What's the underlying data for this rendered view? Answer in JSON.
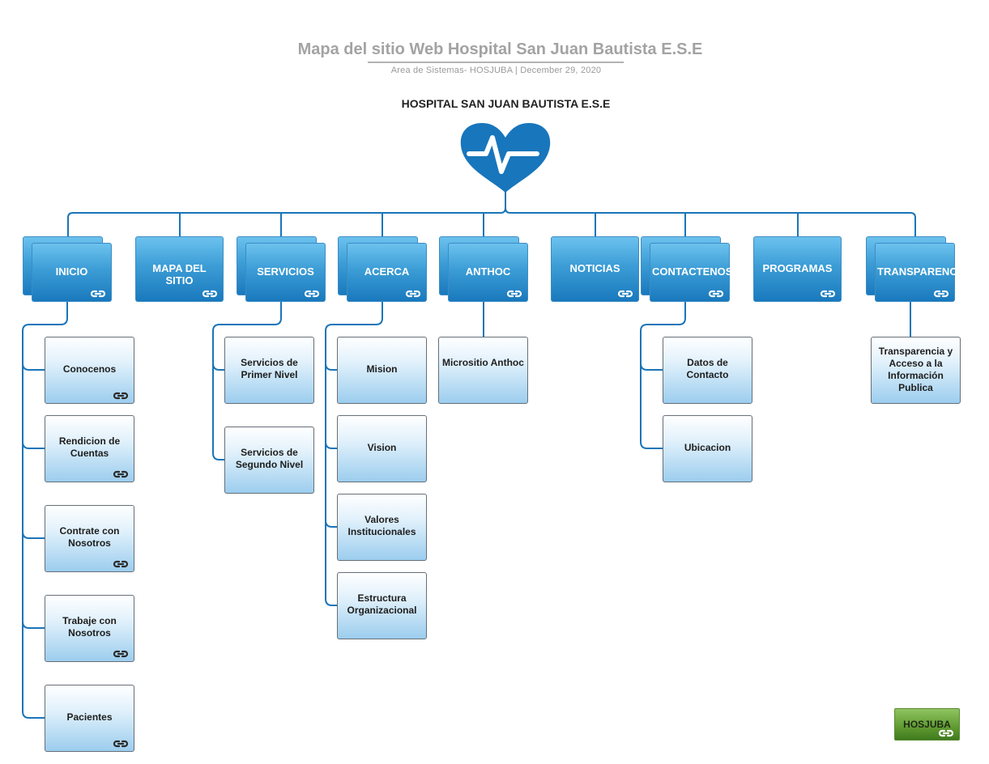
{
  "header": {
    "title": "Mapa del sitio Web Hospital San Juan Bautista E.S.E",
    "subtitle": "Area de Sistemas- HOSJUBA  |  December 29, 2020"
  },
  "org": {
    "title": "HOSPITAL SAN JUAN BAUTISTA E.S.E",
    "logo_icon": "heart-pulse-icon",
    "colors": {
      "primary_blue": "#1979bd",
      "connector": "#1a75b8",
      "footer_green": "#5f9a31"
    }
  },
  "sections": [
    {
      "label": "INICIO",
      "children": [
        "Conocenos",
        "Rendicion de Cuentas",
        "Contrate con Nosotros",
        "Trabaje con Nosotros",
        "Pacientes"
      ]
    },
    {
      "label": "MAPA DEL SITIO",
      "children": []
    },
    {
      "label": "SERVICIOS",
      "children": [
        "Servicios de Primer Nivel",
        "Servicios de Segundo Nivel"
      ]
    },
    {
      "label": "ACERCA",
      "children": [
        "Mision",
        "Vision",
        "Valores Institucionales",
        "Estructura Organizacional"
      ]
    },
    {
      "label": "ANTHOC",
      "children": [
        "Micrositio Anthoc"
      ]
    },
    {
      "label": "NOTICIAS",
      "children": []
    },
    {
      "label": "CONTACTENOS",
      "children": [
        "Datos de Contacto",
        "Ubicacion"
      ]
    },
    {
      "label": "PROGRAMAS",
      "children": []
    },
    {
      "label": "TRANSPARENCIA",
      "children": [
        "Transparencia y Acceso a la Información Publica"
      ]
    }
  ],
  "footer": {
    "label": "HOSJUBA"
  }
}
